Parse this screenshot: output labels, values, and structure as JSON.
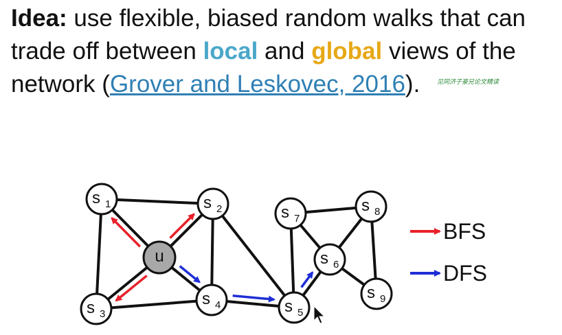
{
  "title": {
    "idea_label": "Idea:",
    "line1_rest": " use flexible, biased random walks that can",
    "line2_pre": "trade off between ",
    "local": "local",
    "line2_mid": " and ",
    "global": "global",
    "line2_post": " views of the",
    "line3_pre": "network (",
    "citation": "Grover and Leskovec, 2016",
    "line3_post": ")."
  },
  "watermark": "见同济子豪兄论文精读",
  "graph": {
    "nodes": [
      {
        "id": "s1",
        "base": "s",
        "sub": "1"
      },
      {
        "id": "s2",
        "base": "s",
        "sub": "2"
      },
      {
        "id": "s3",
        "base": "s",
        "sub": "3"
      },
      {
        "id": "s4",
        "base": "s",
        "sub": "4"
      },
      {
        "id": "s5",
        "base": "s",
        "sub": "5"
      },
      {
        "id": "s6",
        "base": "s",
        "sub": "6"
      },
      {
        "id": "s7",
        "base": "s",
        "sub": "7"
      },
      {
        "id": "s8",
        "base": "s",
        "sub": "8"
      },
      {
        "id": "s9",
        "base": "s",
        "sub": "9"
      },
      {
        "id": "u",
        "base": "u",
        "sub": ""
      }
    ],
    "edges": [
      [
        "s1",
        "s2"
      ],
      [
        "s1",
        "s3"
      ],
      [
        "s1",
        "u"
      ],
      [
        "s2",
        "u"
      ],
      [
        "s2",
        "s4"
      ],
      [
        "s2",
        "s5"
      ],
      [
        "s3",
        "u"
      ],
      [
        "s3",
        "s4"
      ],
      [
        "u",
        "s4"
      ],
      [
        "s4",
        "s5"
      ],
      [
        "s5",
        "s6"
      ],
      [
        "s5",
        "s7"
      ],
      [
        "s7",
        "s8"
      ],
      [
        "s7",
        "s6"
      ],
      [
        "s8",
        "s6"
      ],
      [
        "s8",
        "s9"
      ],
      [
        "s6",
        "s9"
      ]
    ],
    "bfs_arrows": [
      [
        "u",
        "s1"
      ],
      [
        "u",
        "s2"
      ],
      [
        "u",
        "s3"
      ]
    ],
    "dfs_arrows": [
      [
        "u",
        "s4"
      ],
      [
        "s4",
        "s5"
      ],
      [
        "s5",
        "s6"
      ]
    ],
    "colors": {
      "bfs": "#e8212a",
      "dfs": "#1f2fd6",
      "node_fill": "#ffffff",
      "u_fill": "#a8a8a8"
    }
  },
  "legend": {
    "bfs_label": "BFS",
    "dfs_label": "DFS"
  }
}
